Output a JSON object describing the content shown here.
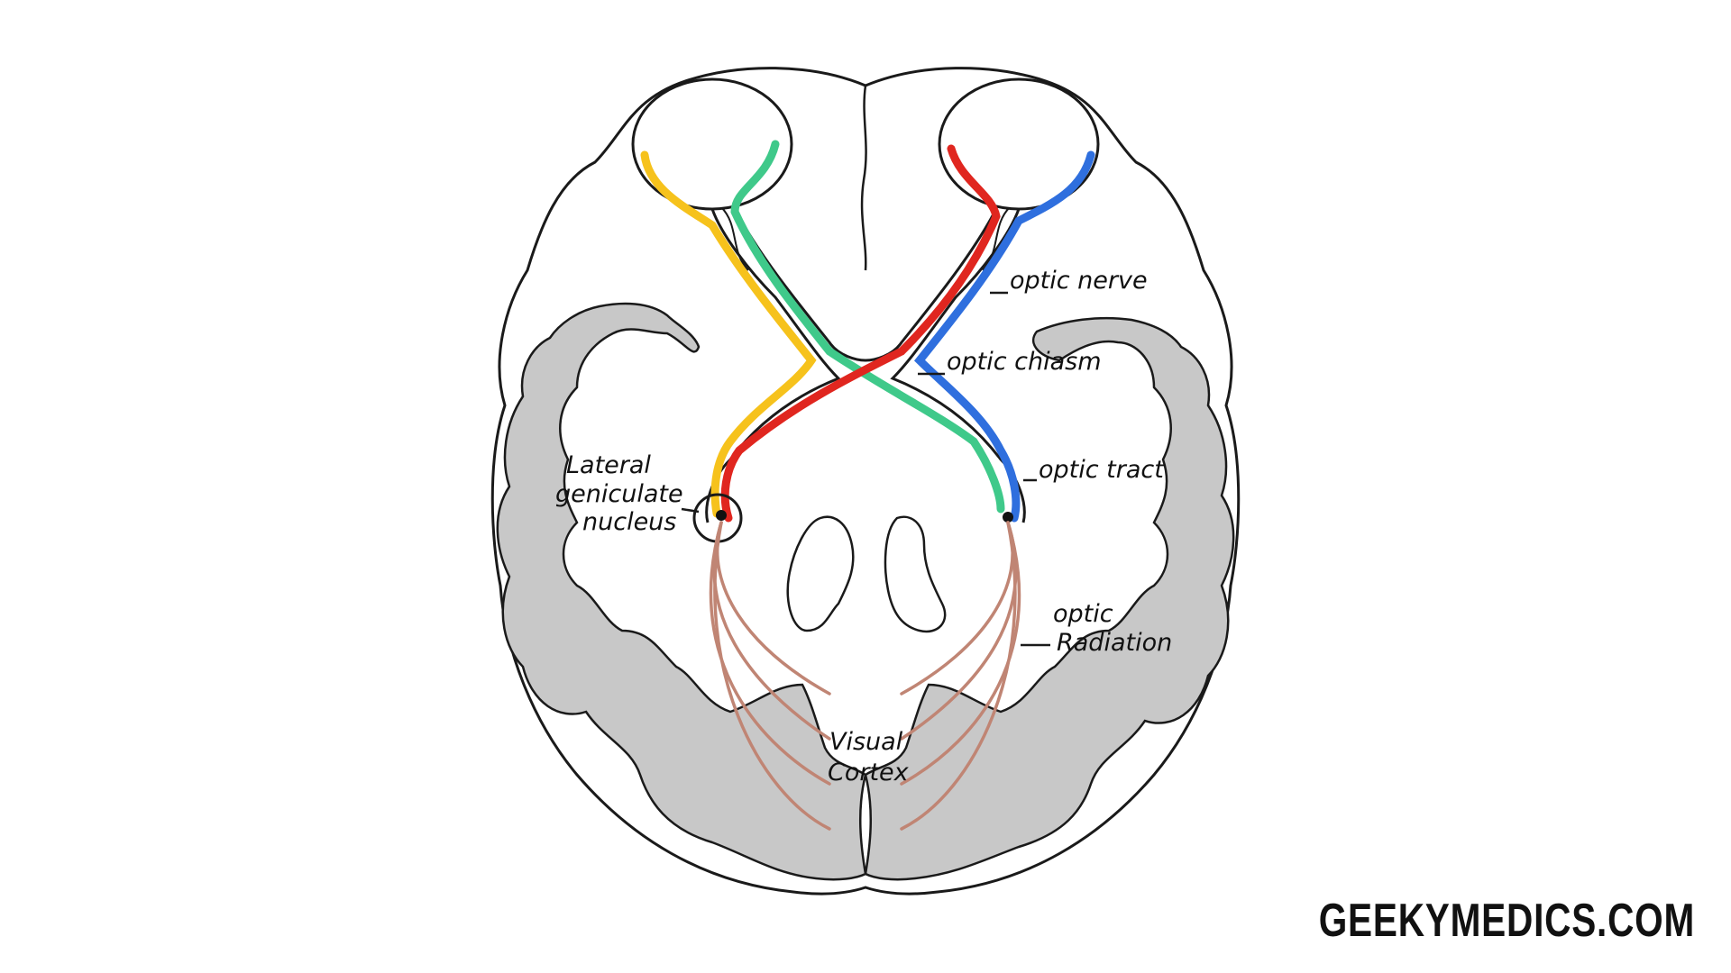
{
  "labels": {
    "optic_nerve": "optic nerve",
    "optic_chiasm": "optic chiasm",
    "optic_tract": "optic tract",
    "lgn_line1": "Lateral",
    "lgn_line2": "geniculate",
    "lgn_line3": "nucleus",
    "radiation_line1": "optic",
    "radiation_line2": "Radiation",
    "cortex_line1": "Visual",
    "cortex_line2": "Cortex"
  },
  "brand": "GEEKYMEDICS.COM",
  "colors": {
    "yellow": "#f6c21c",
    "green": "#3fc98a",
    "red": "#e0261f",
    "blue": "#2f6fde",
    "radiation": "#c08574",
    "cortex_grey": "#c8c8c8",
    "outline": "#1a1a1a"
  }
}
